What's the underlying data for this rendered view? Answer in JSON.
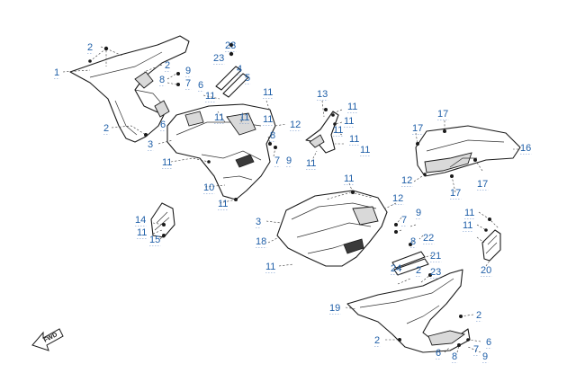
{
  "diagram": {
    "orientation_label": "FWD",
    "callouts": {
      "c1": "1",
      "c2a": "2",
      "c2b": "2",
      "c2c": "2",
      "c2d": "2",
      "c2e": "2",
      "c2f": "2",
      "c3a": "3",
      "c3b": "3",
      "c4": "4",
      "c5": "5",
      "c6a": "6",
      "c6b": "6",
      "c6c": "6",
      "c6d": "6",
      "c7a": "7",
      "c7b": "7",
      "c7c": "7",
      "c7d": "7",
      "c8a": "8",
      "c8b": "8",
      "c8c": "8",
      "c8d": "8",
      "c9a": "9",
      "c9b": "9",
      "c9c": "9",
      "c9d": "9",
      "c10": "10",
      "c11a": "11",
      "c11b": "11",
      "c11c": "11",
      "c11d": "11",
      "c11e": "11",
      "c11f": "11",
      "c11g": "11",
      "c11h": "11",
      "c11i": "11",
      "c11j": "11",
      "c11k": "11",
      "c11l": "11",
      "c11m": "11",
      "c11n": "11",
      "c11o": "11",
      "c11p": "11",
      "c11q": "11",
      "c11r": "11",
      "c12a": "12",
      "c12b": "12",
      "c12c": "12",
      "c13": "13",
      "c14": "14",
      "c15": "15",
      "c16": "16",
      "c17a": "17",
      "c17b": "17",
      "c17c": "17",
      "c17d": "17",
      "c18": "18",
      "c19": "19",
      "c20": "20",
      "c21": "21",
      "c22": "22",
      "c23a": "23",
      "c23b": "23",
      "c23c": "23",
      "c24": "24"
    }
  }
}
